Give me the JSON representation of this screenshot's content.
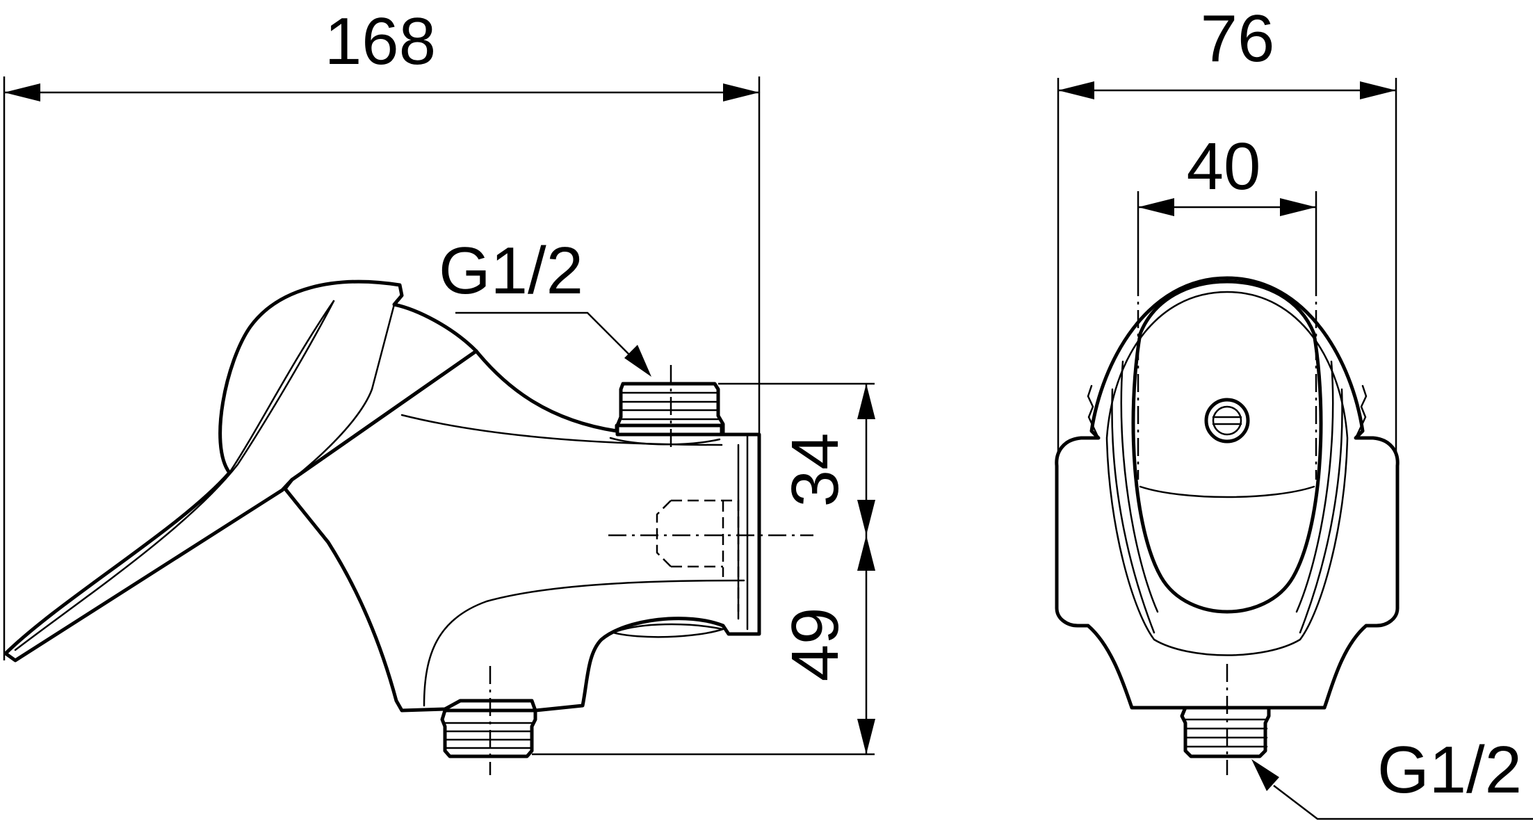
{
  "dimensions": {
    "overall_length": "168",
    "overall_width": "76",
    "inlet_spacing": "40",
    "upper_height": "34",
    "lower_height": "49"
  },
  "threads": {
    "top_outlet": "G1/2",
    "bottom_outlet": "G1/2"
  }
}
